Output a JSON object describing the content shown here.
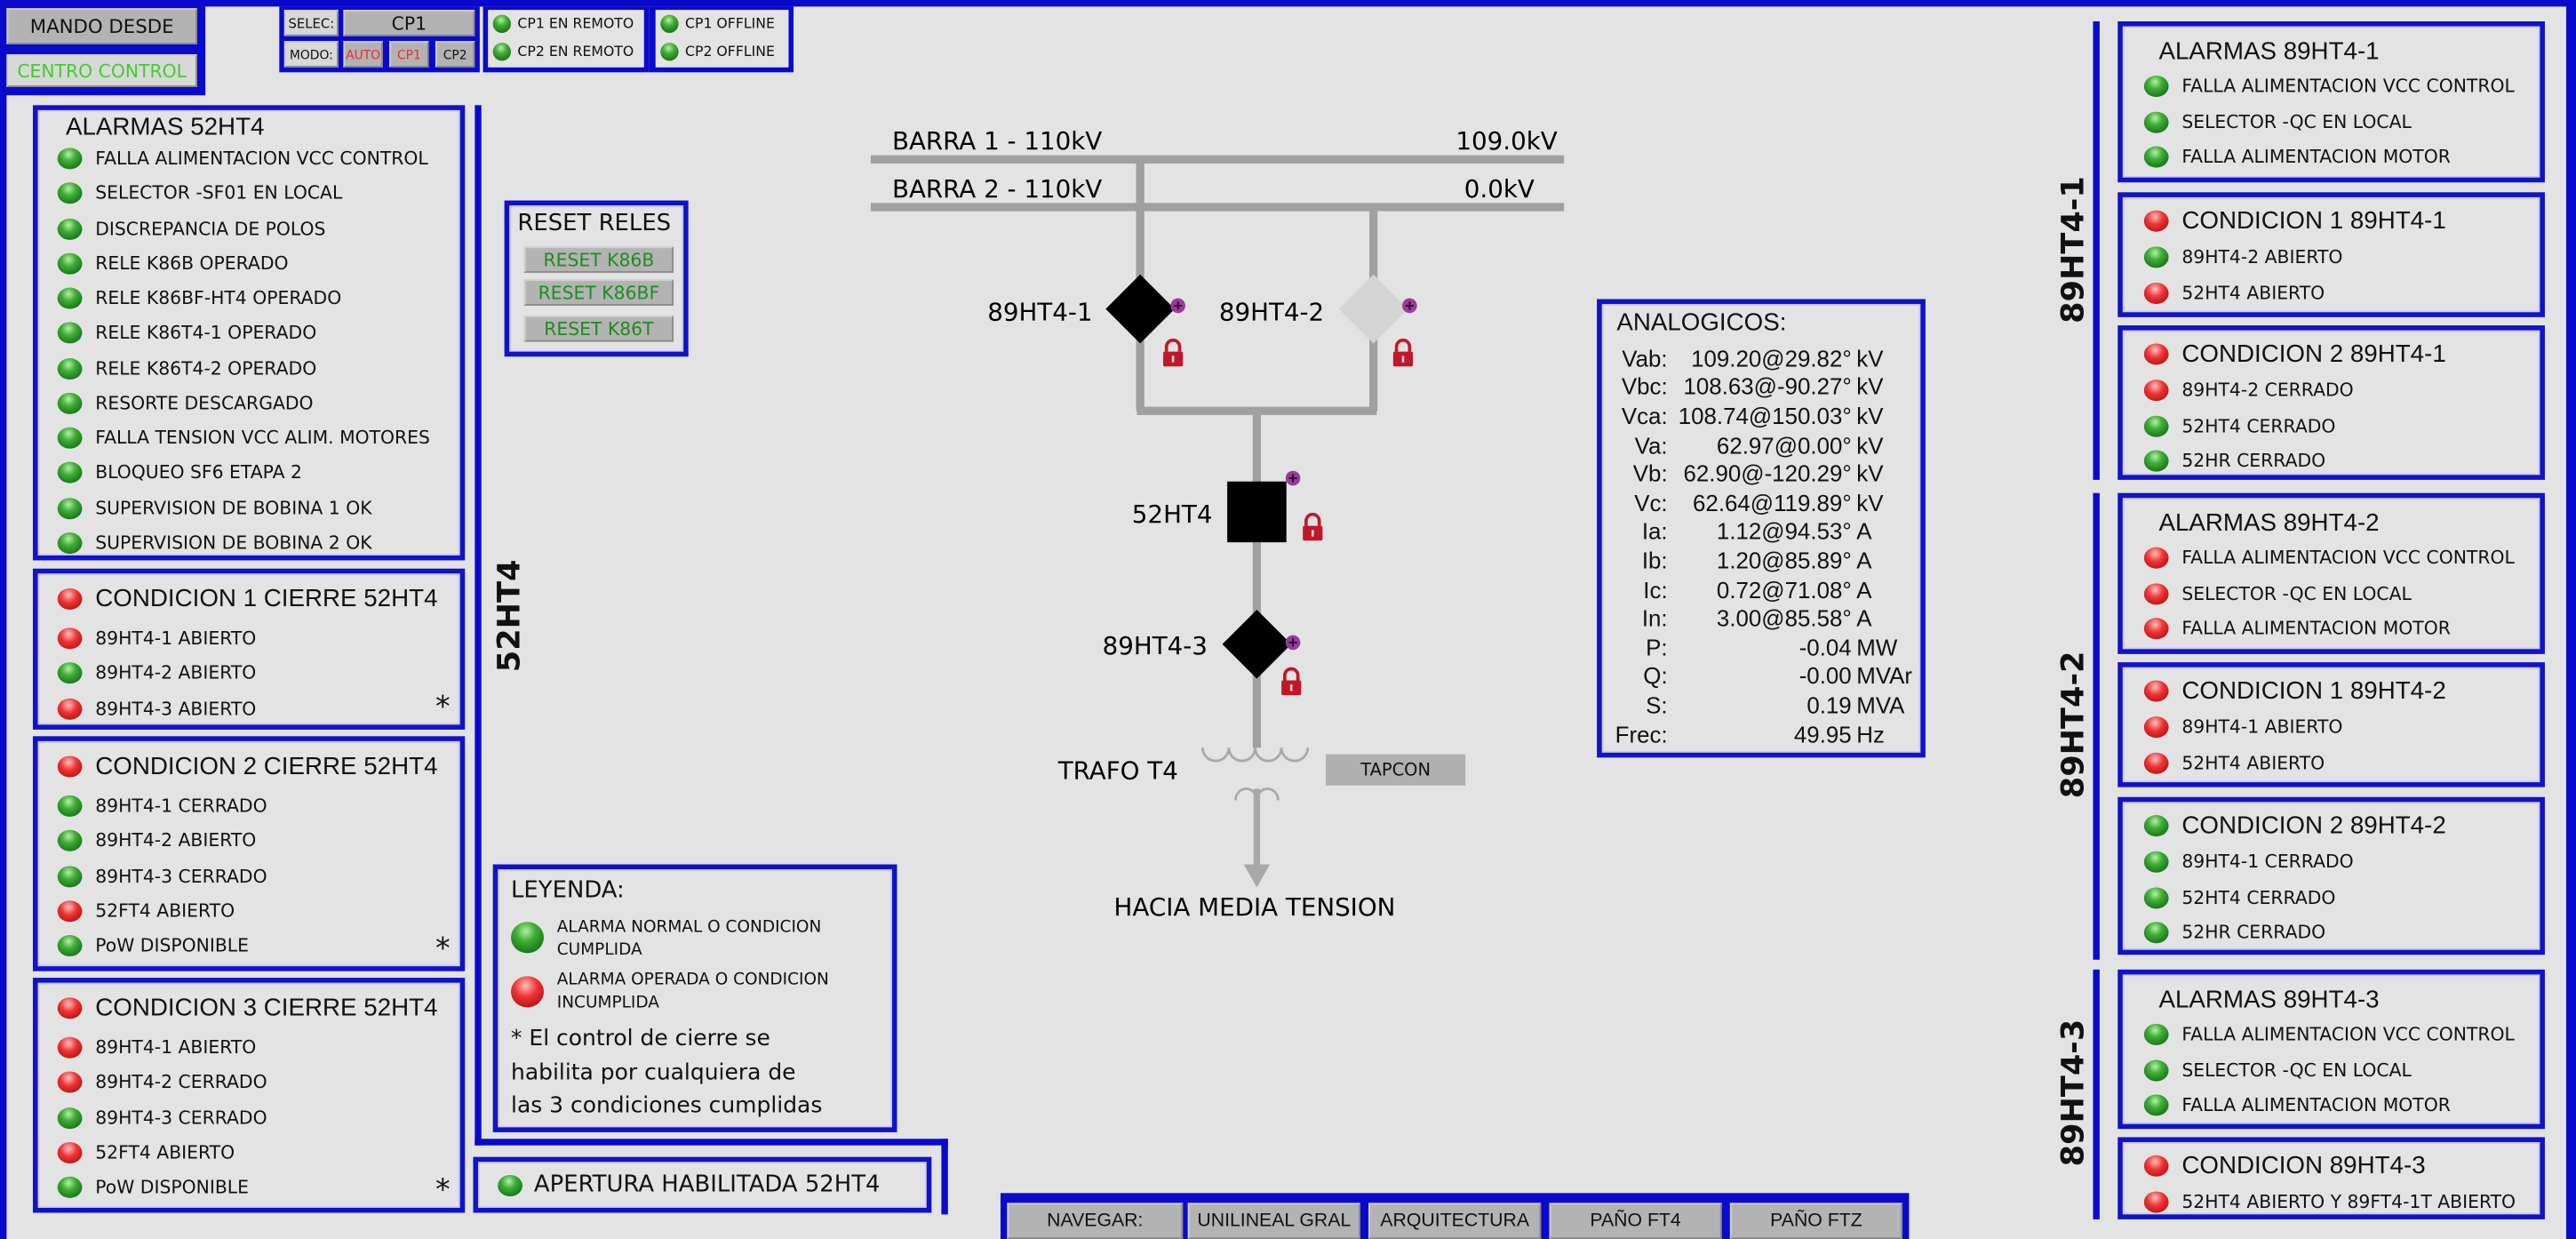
{
  "header": {
    "mando_desde": "MANDO DESDE",
    "centro_control": "CENTRO CONTROL",
    "selec_label": "SELEC:",
    "selec_value": "CP1",
    "modo_label": "MODO:",
    "modo_options": [
      "AUTO",
      "CP1",
      "CP2"
    ],
    "remote": [
      {
        "label": "CP1 EN REMOTO",
        "state": "ok"
      },
      {
        "label": "CP2 EN REMOTO",
        "state": "ok"
      }
    ],
    "offline": [
      {
        "label": "CP1 OFFLINE",
        "state": "ok"
      },
      {
        "label": "CP2 OFFLINE",
        "state": "ok"
      }
    ]
  },
  "left_panels": [
    {
      "title": "ALARMAS 52HT4",
      "kind": "alarm",
      "rows": [
        {
          "label": "FALLA ALIMENTACION VCC CONTROL",
          "state": "ok"
        },
        {
          "label": "SELECTOR -SF01 EN LOCAL",
          "state": "ok"
        },
        {
          "label": "DISCREPANCIA DE POLOS",
          "state": "ok"
        },
        {
          "label": "RELE K86B OPERADO",
          "state": "ok"
        },
        {
          "label": "RELE K86BF-HT4 OPERADO",
          "state": "ok"
        },
        {
          "label": "RELE K86T4-1 OPERADO",
          "state": "ok"
        },
        {
          "label": "RELE K86T4-2 OPERADO",
          "state": "ok"
        },
        {
          "label": "RESORTE DESCARGADO",
          "state": "ok"
        },
        {
          "label": "FALLA TENSION VCC ALIM. MOTORES",
          "state": "ok"
        },
        {
          "label": "BLOQUEO SF6 ETAPA 2",
          "state": "ok"
        },
        {
          "label": "SUPERVISION DE BOBINA 1 OK",
          "state": "ok"
        },
        {
          "label": "SUPERVISION DE BOBINA 2 OK",
          "state": "ok"
        }
      ]
    },
    {
      "title": "CONDICION 1 CIERRE 52HT4",
      "kind": "cond",
      "state": "bad",
      "star": "*",
      "rows": [
        {
          "label": "89HT4-1 ABIERTO",
          "state": "bad"
        },
        {
          "label": "89HT4-2 ABIERTO",
          "state": "ok"
        },
        {
          "label": "89HT4-3 ABIERTO",
          "state": "bad"
        }
      ]
    },
    {
      "title": "CONDICION 2 CIERRE 52HT4",
      "kind": "cond",
      "state": "bad",
      "star": "*",
      "rows": [
        {
          "label": "89HT4-1 CERRADO",
          "state": "ok"
        },
        {
          "label": "89HT4-2 ABIERTO",
          "state": "ok"
        },
        {
          "label": "89HT4-3 CERRADO",
          "state": "ok"
        },
        {
          "label": "52FT4 ABIERTO",
          "state": "bad"
        },
        {
          "label": "PoW DISPONIBLE",
          "state": "ok"
        }
      ]
    },
    {
      "title": "CONDICION 3 CIERRE 52HT4",
      "kind": "cond",
      "state": "bad",
      "star": "*",
      "rows": [
        {
          "label": "89HT4-1 ABIERTO",
          "state": "bad"
        },
        {
          "label": "89HT4-2 CERRADO",
          "state": "bad"
        },
        {
          "label": "89HT4-3 CERRADO",
          "state": "ok"
        },
        {
          "label": "52FT4 ABIERTO",
          "state": "bad"
        },
        {
          "label": "PoW DISPONIBLE",
          "state": "ok"
        }
      ]
    }
  ],
  "side_label_52": "52HT4",
  "apertura": {
    "label": "APERTURA HABILITADA 52HT4",
    "state": "ok"
  },
  "reset": {
    "title": "RESET RELES",
    "buttons": [
      "RESET K86B",
      "RESET K86BF",
      "RESET K86T"
    ]
  },
  "legend": {
    "title": "LEYENDA:",
    "ok_line1": "ALARMA NORMAL O CONDICION",
    "ok_line2": "CUMPLIDA",
    "bad_line1": "ALARMA OPERADA O CONDICION",
    "bad_line2": "INCUMPLIDA",
    "note": [
      "* El control de cierre se",
      "habilita por cualquiera de",
      "las 3 condiciones cumplidas"
    ]
  },
  "diagram": {
    "barra1": "BARRA 1 - 110kV",
    "barra1_value": "109.0kV",
    "barra2": "BARRA 2 - 110kV",
    "barra2_value": "0.0kV",
    "sw1": "89HT4-1",
    "sw2": "89HT4-2",
    "breaker": "52HT4",
    "sw3": "89HT4-3",
    "trafo": "TRAFO T4",
    "tapcon": "TAPCON",
    "destination": "HACIA MEDIA TENSION"
  },
  "analogicos": {
    "title": "ANALOGICOS:",
    "rows": [
      {
        "label": "Vab:",
        "value": "109.20@29.82°",
        "unit": "kV"
      },
      {
        "label": "Vbc:",
        "value": "108.63@-90.27°",
        "unit": "kV"
      },
      {
        "label": "Vca:",
        "value": "108.74@150.03°",
        "unit": "kV"
      },
      {
        "label": "Va:",
        "value": "62.97@0.00°",
        "unit": "kV"
      },
      {
        "label": "Vb:",
        "value": "62.90@-120.29°",
        "unit": "kV"
      },
      {
        "label": "Vc:",
        "value": "62.64@119.89°",
        "unit": "kV"
      },
      {
        "label": "Ia:",
        "value": "1.12@94.53°",
        "unit": "A"
      },
      {
        "label": "Ib:",
        "value": "1.20@85.89°",
        "unit": "A"
      },
      {
        "label": "Ic:",
        "value": "0.72@71.08°",
        "unit": "A"
      },
      {
        "label": "In:",
        "value": "3.00@85.58°",
        "unit": "A"
      },
      {
        "label": "P:",
        "value": "-0.04",
        "unit": "MW"
      },
      {
        "label": "Q:",
        "value": "-0.00",
        "unit": "MVAr"
      },
      {
        "label": "S:",
        "value": "0.19",
        "unit": "MVA"
      },
      {
        "label": "Frec:",
        "value": "49.95",
        "unit": "Hz"
      }
    ]
  },
  "right_groups": [
    {
      "label": "89HT4-1",
      "panels": [
        {
          "title": "ALARMAS 89HT4-1",
          "kind": "alarm",
          "rows": [
            {
              "label": "FALLA ALIMENTACION VCC CONTROL",
              "state": "ok"
            },
            {
              "label": "SELECTOR -QC EN LOCAL",
              "state": "ok"
            },
            {
              "label": "FALLA ALIMENTACION MOTOR",
              "state": "ok"
            }
          ]
        },
        {
          "title": "CONDICION 1 89HT4-1",
          "kind": "cond",
          "state": "bad",
          "rows": [
            {
              "label": "89HT4-2 ABIERTO",
              "state": "ok"
            },
            {
              "label": "52HT4 ABIERTO",
              "state": "bad"
            }
          ]
        },
        {
          "title": "CONDICION 2 89HT4-1",
          "kind": "cond",
          "state": "bad",
          "rows": [
            {
              "label": "89HT4-2 CERRADO",
              "state": "bad"
            },
            {
              "label": "52HT4 CERRADO",
              "state": "ok"
            },
            {
              "label": "52HR CERRADO",
              "state": "ok"
            }
          ]
        }
      ]
    },
    {
      "label": "89HT4-2",
      "panels": [
        {
          "title": "ALARMAS 89HT4-2",
          "kind": "alarm",
          "rows": [
            {
              "label": "FALLA ALIMENTACION VCC CONTROL",
              "state": "bad"
            },
            {
              "label": "SELECTOR -QC EN LOCAL",
              "state": "bad"
            },
            {
              "label": "FALLA ALIMENTACION MOTOR",
              "state": "bad"
            }
          ]
        },
        {
          "title": "CONDICION 1 89HT4-2",
          "kind": "cond",
          "state": "bad",
          "rows": [
            {
              "label": "89HT4-1 ABIERTO",
              "state": "bad"
            },
            {
              "label": "52HT4 ABIERTO",
              "state": "bad"
            }
          ]
        },
        {
          "title": "CONDICION 2 89HT4-2",
          "kind": "cond",
          "state": "ok",
          "rows": [
            {
              "label": "89HT4-1 CERRADO",
              "state": "ok"
            },
            {
              "label": "52HT4 CERRADO",
              "state": "ok"
            },
            {
              "label": "52HR CERRADO",
              "state": "ok"
            }
          ]
        }
      ]
    },
    {
      "label": "89HT4-3",
      "panels": [
        {
          "title": "ALARMAS 89HT4-3",
          "kind": "alarm",
          "rows": [
            {
              "label": "FALLA ALIMENTACION VCC CONTROL",
              "state": "ok"
            },
            {
              "label": "SELECTOR -QC EN LOCAL",
              "state": "ok"
            },
            {
              "label": "FALLA ALIMENTACION MOTOR",
              "state": "ok"
            }
          ]
        },
        {
          "title": "CONDICION 89HT4-3",
          "kind": "cond",
          "state": "bad",
          "rows": [
            {
              "label": "52HT4 ABIERTO Y 89FT4-1T ABIERTO",
              "state": "bad"
            }
          ]
        }
      ]
    }
  ],
  "nav": [
    "NAVEGAR:",
    "UNILINEAL GRAL",
    "ARQUITECTURA",
    "PAÑO FT4",
    "PAÑO FTZ"
  ],
  "colors": {
    "frame": "#0a0acc",
    "ok": "#2e9e2a",
    "bad": "#e02424",
    "line": "#9a9a9a",
    "lock": "#c0182a",
    "indicator": "#993399"
  }
}
